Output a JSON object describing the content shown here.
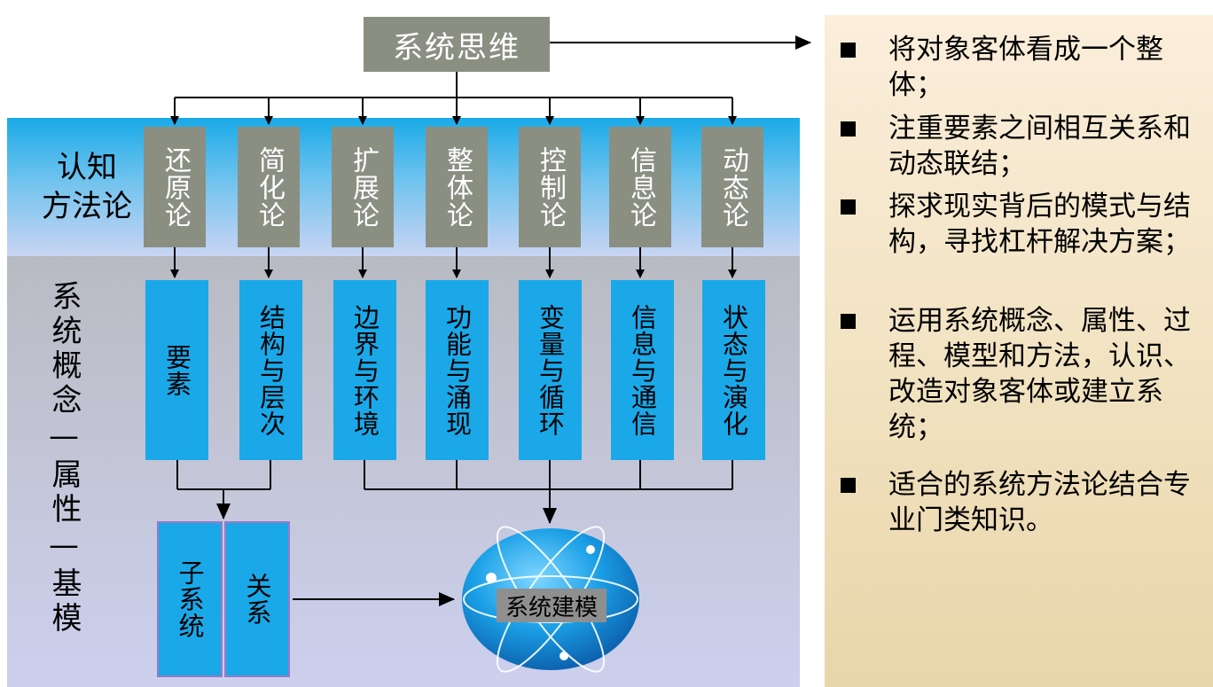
{
  "diagram": {
    "root": "系统思维",
    "cognition_label": "认知\n方法论",
    "concept_label": "系统概念—属性—基模",
    "methods": [
      "还原论",
      "简化论",
      "扩展论",
      "整体论",
      "控制论",
      "信息论",
      "动态论"
    ],
    "concepts": [
      "要素",
      "结构与层次",
      "边界与环境",
      "功能与涌现",
      "变量与循环",
      "信息与通信",
      "状态与演化"
    ],
    "subsystem": "子系统",
    "relation": "关系",
    "modeling": "系统建模"
  },
  "bullets": [
    "将对象客体看成一个整体；",
    "注重要素之间相互关系和动态联结；",
    "探求现实背后的模式与结构，寻找杠杆解决方案；",
    "运用系统概念、属性、过程、模型和方法，认识、改造对象客体或建立系统；",
    "适合的系统方法论结合专业门类知识。"
  ],
  "colors": {
    "gray_box": "#8a8f82",
    "blue_box": "#1aa8e8",
    "panel_bg": "#f3e6c6"
  }
}
